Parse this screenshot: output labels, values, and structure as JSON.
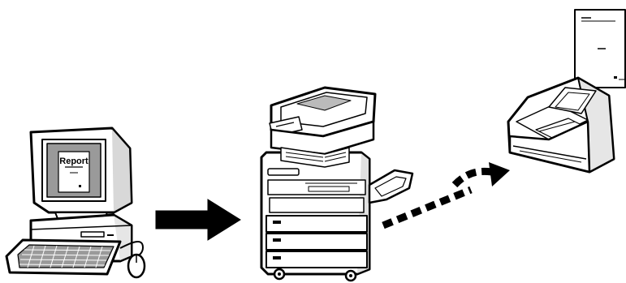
{
  "diagram": {
    "computer": {
      "screen_document_label": "Report"
    },
    "flow": [
      {
        "from": "computer",
        "to": "multifunction-printer",
        "style": "solid-arrow"
      },
      {
        "from": "multifunction-printer",
        "to": "fax-machine",
        "style": "dashed-arrow"
      }
    ]
  },
  "colors": {
    "line": "#000000",
    "fill": "#ffffff",
    "screen": "#9a9a9a"
  }
}
